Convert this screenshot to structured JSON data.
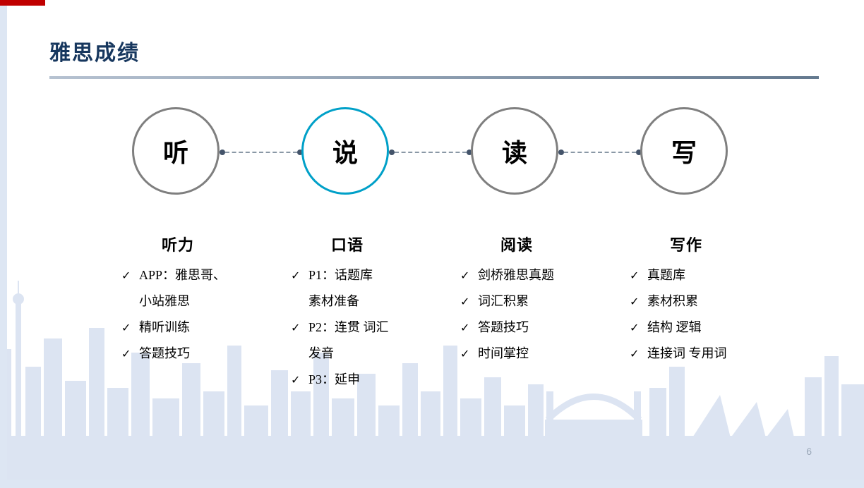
{
  "slide": {
    "title": "雅思成绩",
    "page_number": "6"
  },
  "glyphs": {
    "check": "✓"
  },
  "colors": {
    "accent_red": "#c00000",
    "title_navy": "#17375e",
    "circle_gray": "#7f7f7f",
    "highlight_teal": "#00a0c8",
    "skyline_blue": "#dce4f2"
  },
  "steps": [
    {
      "circle": "听",
      "heading": "听力",
      "items": [
        "APP：雅思哥、\n小站雅思",
        "精听训练",
        "答题技巧"
      ]
    },
    {
      "circle": "说",
      "heading": "口语",
      "items": [
        "P1：话题库\n素材准备",
        "P2：连贯 词汇\n发音",
        "P3：延申"
      ]
    },
    {
      "circle": "读",
      "heading": "阅读",
      "items": [
        "剑桥雅思真题",
        "词汇积累",
        "答题技巧",
        "时间掌控"
      ]
    },
    {
      "circle": "写",
      "heading": "写作",
      "items": [
        "真题库",
        "素材积累",
        "结构 逻辑",
        "连接词 专用词"
      ]
    }
  ]
}
